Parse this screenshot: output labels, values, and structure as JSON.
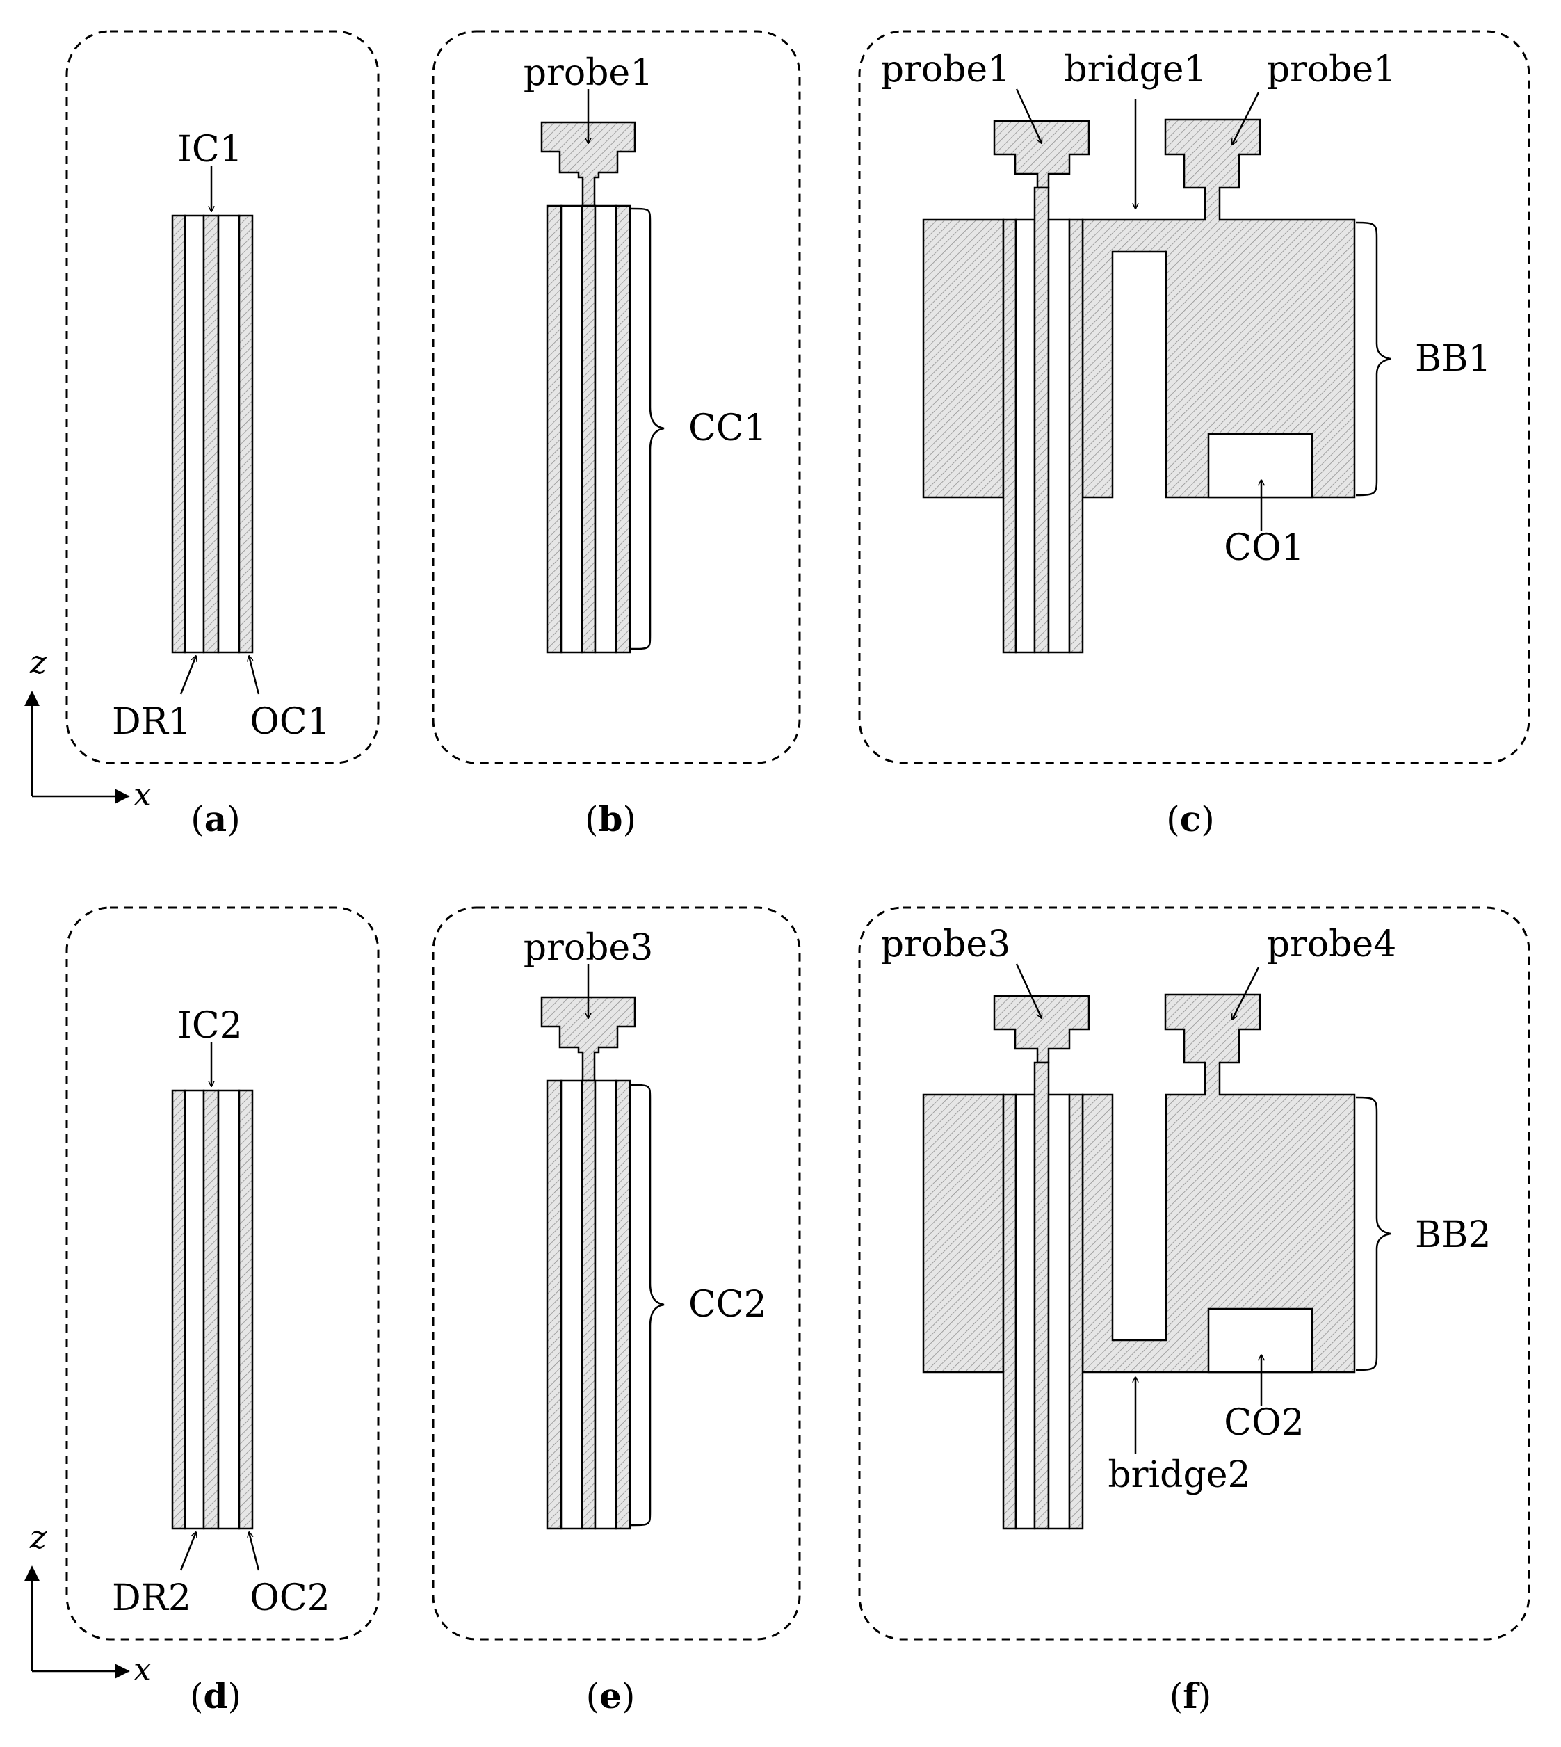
{
  "axes": {
    "vertical": "z",
    "horizontal": "x"
  },
  "top": {
    "a": {
      "caption_open": "(",
      "caption_letter": "a",
      "caption_close": ")",
      "ic": "IC1",
      "dr": "DR1",
      "oc": "OC1"
    },
    "b": {
      "caption_open": "(",
      "caption_letter": "b",
      "caption_close": ")",
      "probe": "probe1",
      "cc": "CC1"
    },
    "c": {
      "caption_open": "(",
      "caption_letter": "c",
      "caption_close": ")",
      "probe_left": "probe1",
      "bridge": "bridge1",
      "probe_right": "probe1",
      "bb": "BB1",
      "co": "CO1"
    }
  },
  "bottom": {
    "d": {
      "caption_open": "(",
      "caption_letter": "d",
      "caption_close": ")",
      "ic": "IC2",
      "dr": "DR2",
      "oc": "OC2"
    },
    "e": {
      "caption_open": "(",
      "caption_letter": "e",
      "caption_close": ")",
      "probe": "probe3",
      "cc": "CC2"
    },
    "f": {
      "caption_open": "(",
      "caption_letter": "f",
      "caption_close": ")",
      "probe_left": "probe3",
      "probe_right": "probe4",
      "bridge": "bridge2",
      "bb": "BB2",
      "co": "CO2"
    }
  },
  "colors": {
    "hatch_fill": "#e6e6e6",
    "hatch_line": "#8c8c8c",
    "stroke": "#000000"
  }
}
